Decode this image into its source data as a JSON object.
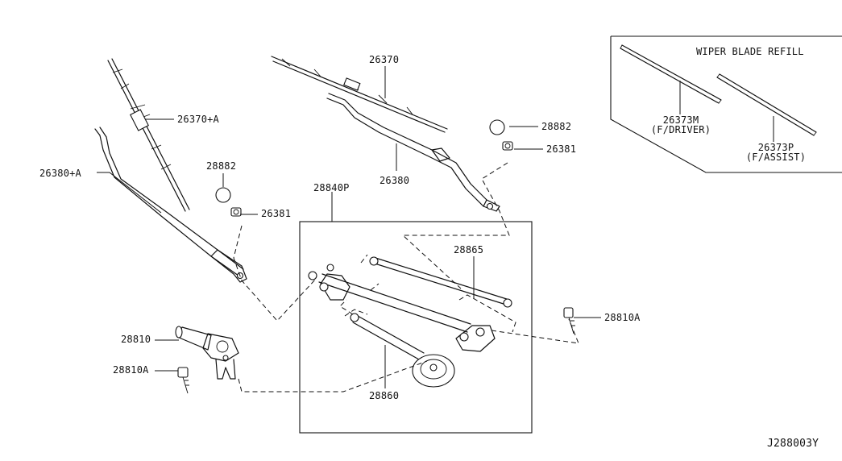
{
  "diagram": {
    "refill_title": "WIPER BLADE REFILL",
    "diagram_code": "J288003Y",
    "colors": {
      "line": "#111111",
      "background": "#ffffff"
    }
  },
  "labels": {
    "p26370": "26370",
    "p26370a": "26370+A",
    "p26380a": "26380+A",
    "p26380": "26380",
    "p28882_right": "28882",
    "p26381_right": "26381",
    "p28882_left": "28882",
    "p26381_left": "26381",
    "p28840p": "28840P",
    "p28865": "28865",
    "p28810a_right": "28810A",
    "p28810": "28810",
    "p28810a_left": "28810A",
    "p28860": "28860",
    "p26373m_code": "26373M",
    "p26373m_sub": "(F/DRIVER)",
    "p26373p_code": "26373P",
    "p26373p_sub": "(F/ASSIST)"
  }
}
